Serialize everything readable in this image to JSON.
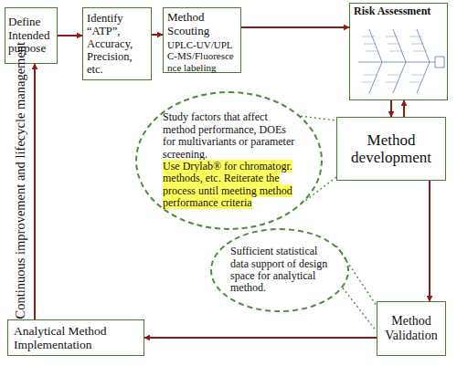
{
  "diagram": {
    "nodes": [
      {
        "text": [
          "Define Intended purpose"
        ]
      },
      {
        "text": [
          "Identify “ATP”, Accuracy, Precision, etc."
        ]
      },
      {
        "text": [
          "Method Scouting",
          "UPLC-UV/UPLC-MS/Fluorescence labeling"
        ]
      },
      {
        "text": [
          "Risk Assessment"
        ]
      },
      {
        "text": [
          "Study factors that affect method performance, DOEs for multivariants or parameter screening.",
          "Use Drylab® for chromatogr. methods, etc. Reiterate the process until meeting method performance criteria"
        ]
      },
      {
        "text": [
          "Method development"
        ]
      },
      {
        "text": [
          "Sufficient statistical data support of design space for analytical method."
        ]
      },
      {
        "text": [
          "Method Validation"
        ]
      },
      {
        "text": [
          "Analytical Method Implementation"
        ]
      }
    ],
    "edges": [
      {
        "from": 0,
        "to": 1,
        "arrow": "to"
      },
      {
        "from": 1,
        "to": 2,
        "arrow": "to"
      },
      {
        "from": 2,
        "to": 3,
        "arrow": "to"
      },
      {
        "from": 3,
        "to": 5,
        "arrow": "to"
      },
      {
        "from": 5,
        "to": 3,
        "arrow": "to"
      },
      {
        "from": 5,
        "to": 7,
        "arrow": "to"
      },
      {
        "from": 7,
        "to": 8,
        "arrow": "to"
      },
      {
        "from": 8,
        "to": 0,
        "arrow": "to"
      },
      {
        "from": 4,
        "to": 5,
        "arrow": "none"
      },
      {
        "from": 4,
        "to": 5,
        "arrow": "none"
      },
      {
        "from": 6,
        "to": 7,
        "arrow": "none"
      },
      {
        "from": 6,
        "to": 7,
        "arrow": "none"
      }
    ],
    "labels": [
      "Continuous improvement and lifecycle management"
    ]
  }
}
